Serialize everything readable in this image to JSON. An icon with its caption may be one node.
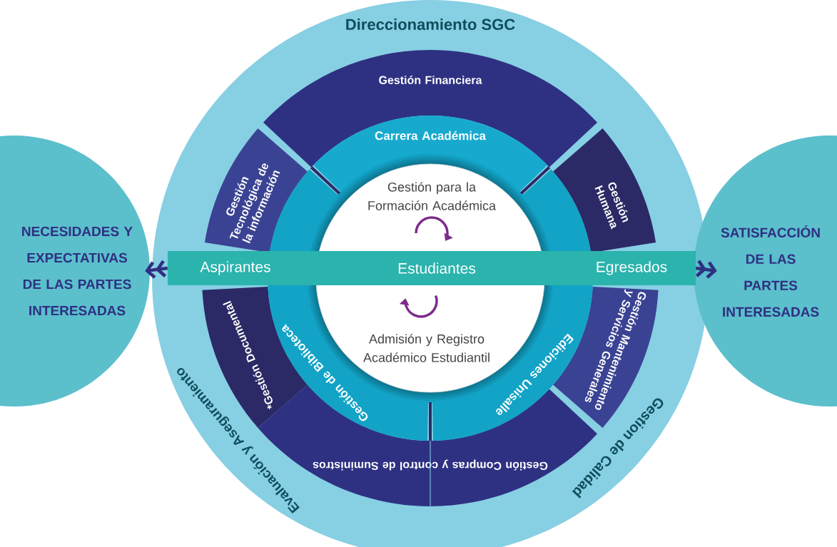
{
  "diagram": {
    "nodes": [
      {
        "text": [
          "Direccionamiento SGC",
          "Gestion de Calidad",
          "Evaluación y Aseguramiento"
        ]
      },
      {
        "text": [
          "NECESIDADES Y EXPECTATIVAS DE LAS PARTES INTERESADAS"
        ]
      },
      {
        "text": [
          "SATISFACCIÓN DE LAS PARTES INTERESADAS"
        ]
      },
      {
        "text": [
          "Gestión Financiera"
        ],
        "in": 0
      },
      {
        "text": [
          "Gestión Tecnológica de la información"
        ],
        "in": 0
      },
      {
        "text": [
          "Gestión Humana"
        ],
        "in": 0
      },
      {
        "text": [
          "*Gestión Documental"
        ],
        "in": 0
      },
      {
        "text": [
          "Gestión Mantenimiento y Servicios Generales"
        ],
        "in": 0
      },
      {
        "text": [
          "Gestión Compras y control de Suministros"
        ],
        "in": 0
      },
      {
        "text": [
          "Carrera Académica"
        ],
        "in": 0
      },
      {
        "text": [
          "Gestión de Biblioteca"
        ],
        "in": 0
      },
      {
        "text": [
          "Ediciones Unisalle"
        ],
        "in": 0
      },
      {
        "text": [
          "Gestión para la Formación Académica",
          "Admisión y Registro Académico Estudiantil"
        ],
        "in": 0
      },
      {
        "text": [
          "Aspirantes",
          "Estudiantes",
          "Egresados"
        ],
        "in": 0
      }
    ],
    "edges": [
      {
        "from": 13,
        "to": 1,
        "arrow": "to"
      },
      {
        "from": 13,
        "to": 2,
        "arrow": "to"
      }
    ]
  }
}
